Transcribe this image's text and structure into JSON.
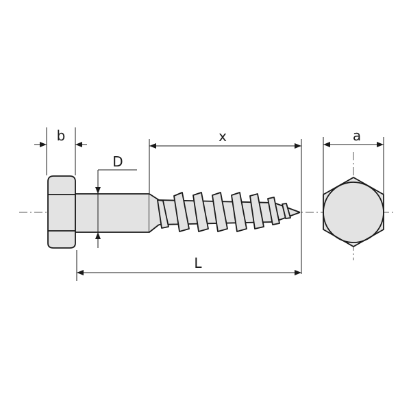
{
  "labels": {
    "b": "b",
    "x": "x",
    "a": "a",
    "D": "D",
    "L": "L"
  },
  "colors": {
    "stroke": "#1a1a1a",
    "fill": "#e3e3e3"
  }
}
